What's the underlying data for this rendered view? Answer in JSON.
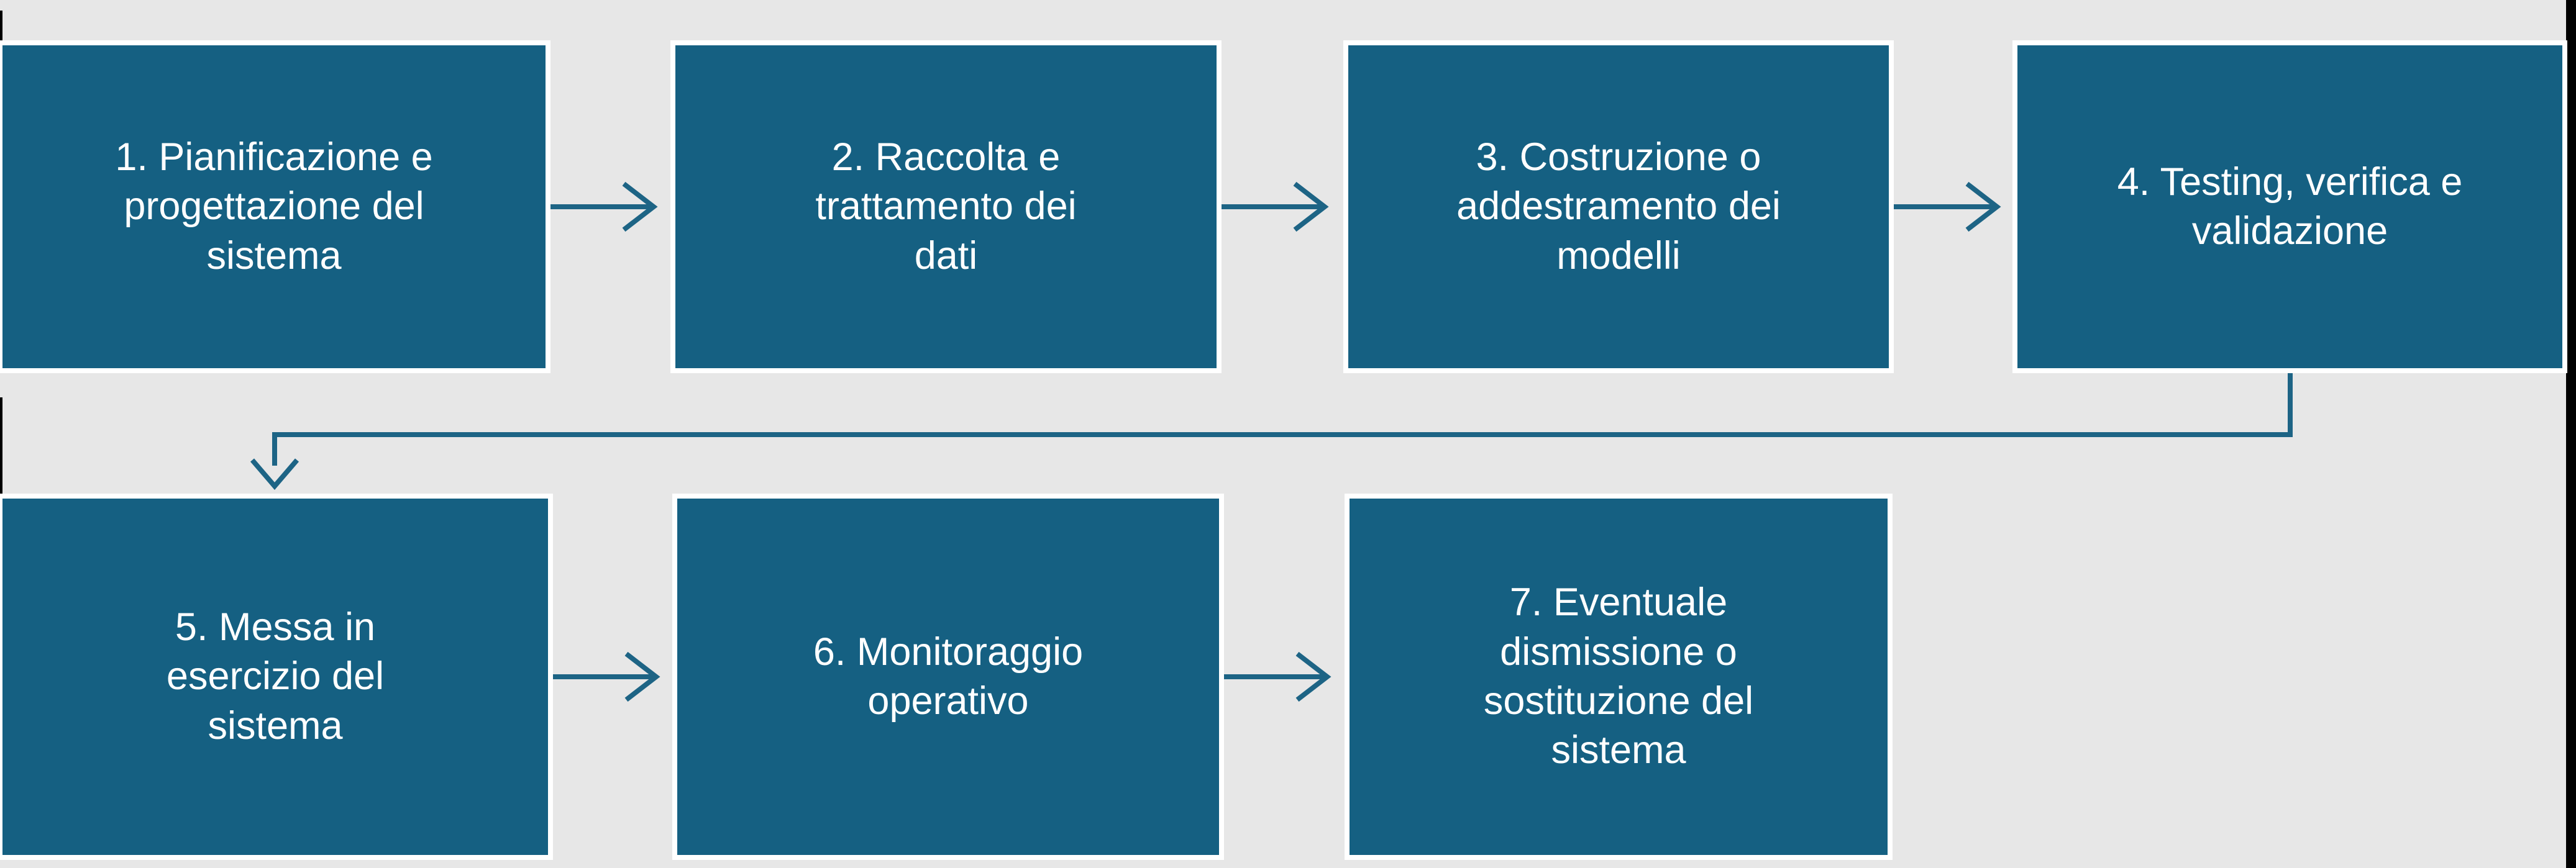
{
  "diagram": {
    "type": "flowchart",
    "language": "it",
    "steps": [
      {
        "id": 1,
        "label": "1. Pianificazione e\nprogettazione del\nsistema"
      },
      {
        "id": 2,
        "label": "2. Raccolta e\ntrattamento dei\ndati"
      },
      {
        "id": 3,
        "label": "3. Costruzione o\naddestramento dei\nmodelli"
      },
      {
        "id": 4,
        "label": "4. Testing, verifica e\nvalidazione"
      },
      {
        "id": 5,
        "label": "5. Messa in\nesercizio del\nsistema"
      },
      {
        "id": 6,
        "label": "6. Monitoraggio\noperativo"
      },
      {
        "id": 7,
        "label": "7. Eventuale\ndismissione o\nsostituzione del\nsistema"
      }
    ],
    "connections": [
      {
        "from": 1,
        "to": 2,
        "type": "straight-arrow"
      },
      {
        "from": 2,
        "to": 3,
        "type": "straight-arrow"
      },
      {
        "from": 3,
        "to": 4,
        "type": "straight-arrow"
      },
      {
        "from": 4,
        "to": 5,
        "type": "elbow-arrow"
      },
      {
        "from": 5,
        "to": 6,
        "type": "straight-arrow"
      },
      {
        "from": 6,
        "to": 7,
        "type": "straight-arrow"
      }
    ]
  },
  "colors": {
    "background": "#e7e7e7",
    "box_fill": "#156082",
    "box_border": "#ffffff",
    "connector": "#1d6485",
    "text": "#ffffff",
    "edge_strip": "#000000"
  }
}
